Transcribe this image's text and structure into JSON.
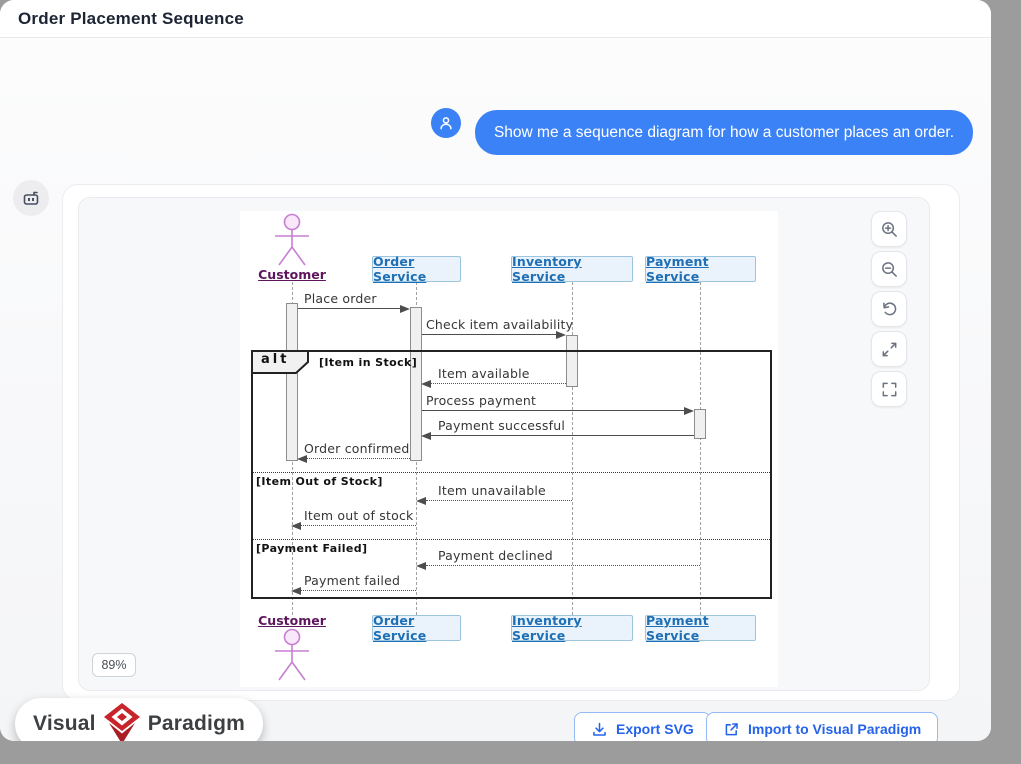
{
  "header": {
    "title": "Order Placement Sequence"
  },
  "chat": {
    "user_avatar_icon": "user-icon",
    "bot_avatar_icon": "robot-icon",
    "user_message": "Show me a sequence diagram for how a customer places an order."
  },
  "viewer": {
    "zoom_level": "89%",
    "toolbar": [
      {
        "name": "zoom-in",
        "icon": "magnifier-plus-icon"
      },
      {
        "name": "zoom-out",
        "icon": "magnifier-minus-icon"
      },
      {
        "name": "reset-view",
        "icon": "rotate-ccw-icon"
      },
      {
        "name": "expand",
        "icon": "arrows-out-icon"
      },
      {
        "name": "fullscreen",
        "icon": "corner-brackets-icon"
      }
    ]
  },
  "diagram": {
    "participants": [
      {
        "name": "Customer",
        "type": "actor"
      },
      {
        "name": "Order Service",
        "type": "participant"
      },
      {
        "name": "Inventory Service",
        "type": "participant"
      },
      {
        "name": "Payment Service",
        "type": "participant"
      }
    ],
    "fragment": {
      "operator": "alt",
      "guards": [
        "[Item in Stock]",
        "[Item Out of Stock]",
        "[Payment Failed]"
      ]
    },
    "messages": [
      {
        "label": "Place order",
        "from": "Customer",
        "to": "Order Service",
        "line": "solid"
      },
      {
        "label": "Check item availability",
        "from": "Order Service",
        "to": "Inventory Service",
        "line": "solid"
      },
      {
        "label": "Item available",
        "from": "Inventory Service",
        "to": "Order Service",
        "line": "dotted"
      },
      {
        "label": "Process payment",
        "from": "Order Service",
        "to": "Payment Service",
        "line": "solid"
      },
      {
        "label": "Payment successful",
        "from": "Payment Service",
        "to": "Order Service",
        "line": "solid"
      },
      {
        "label": "Order confirmed",
        "from": "Order Service",
        "to": "Customer",
        "line": "dotted"
      },
      {
        "label": "Item unavailable",
        "from": "Inventory Service",
        "to": "Order Service",
        "line": "dotted"
      },
      {
        "label": "Item out of stock",
        "from": "Order Service",
        "to": "Customer",
        "line": "dotted"
      },
      {
        "label": "Payment declined",
        "from": "Payment Service",
        "to": "Order Service",
        "line": "dotted"
      },
      {
        "label": "Payment failed",
        "from": "Order Service",
        "to": "Customer",
        "line": "dotted"
      }
    ]
  },
  "footer": {
    "logo": {
      "word1": "Visual",
      "word2": "Paradigm",
      "icon": "vp-diamond-logo"
    },
    "buttons": [
      {
        "label": "Export SVG",
        "icon": "download-icon"
      },
      {
        "label": "Import to Visual Paradigm",
        "icon": "external-link-icon"
      }
    ]
  },
  "colors": {
    "accent_blue": "#3b82f6",
    "button_text_blue": "#2563eb",
    "participant_fill": "#eaf3fb",
    "participant_border": "#9ec5de",
    "participant_text": "#1e6fb5",
    "actor_stroke": "#c77fd2",
    "actor_label": "#5d165d",
    "logo_red": "#c8242b"
  }
}
